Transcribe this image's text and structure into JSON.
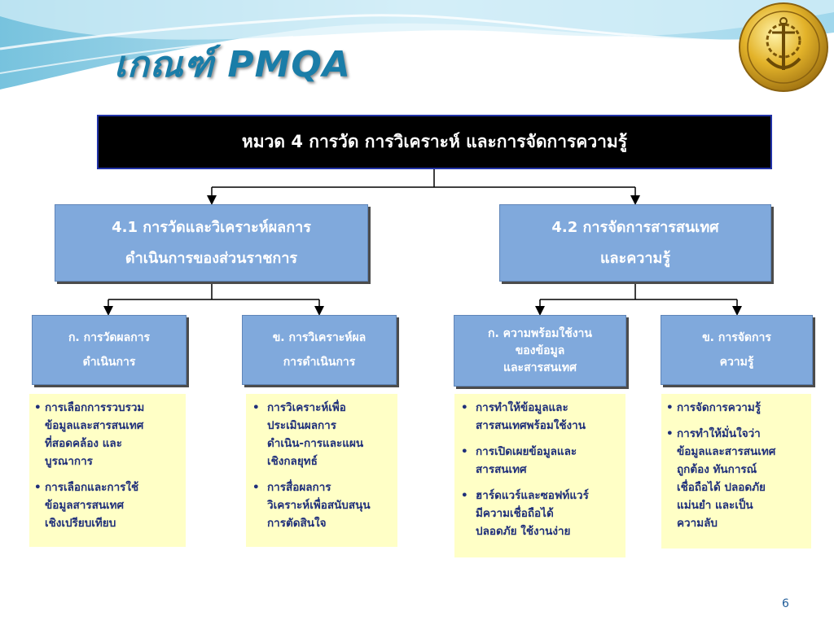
{
  "slide": {
    "title": "เกณฑ์ PMQA",
    "page_number": "6"
  },
  "header": {
    "label": "หมวด 4 การวัด การวิเคราะห์ และการจัดการความรู้"
  },
  "categories": [
    {
      "lines": [
        "4.1 การวัดและวิเคราะห์ผลการ",
        "ดำเนินการของส่วนราชการ"
      ],
      "items": [
        {
          "lines": [
            "ก. การวัดผลการ",
            "ดำเนินการ"
          ],
          "bullets": [
            [
              "การเลือกการรวบรวม",
              "ข้อมูลและสารสนเทศ",
              "ที่สอดคล้อง และ",
              "บูรณาการ"
            ],
            [
              "การเลือกและการใช้",
              "ข้อมูลสารสนเทศ",
              "เชิงเปรียบเทียบ"
            ]
          ]
        },
        {
          "lines": [
            "ข. การวิเคราะห์ผล",
            "การดำเนินการ"
          ],
          "bullets": [
            [
              "การวิเคราะห์เพื่อ",
              "ประเมินผลการ",
              "ดำเนิน-การและแผน",
              "เชิงกลยุทธ์"
            ],
            [
              "การสื่อผลการ",
              "วิเคราะห์เพื่อสนับสนุน",
              "การตัดสินใจ"
            ]
          ]
        }
      ]
    },
    {
      "lines": [
        "4.2 การจัดการสารสนเทศ",
        "และความรู้"
      ],
      "items": [
        {
          "lines": [
            "ก. ความพร้อมใช้งาน",
            "ของข้อมูล",
            "และสารสนเทศ"
          ],
          "bullets": [
            [
              "การทำให้ข้อมูลและ",
              "สารสนเทศพร้อมใช้งาน"
            ],
            [
              "การเปิดเผยข้อมูลและ",
              "สารสนเทศ"
            ],
            [
              "ฮาร์ดแวร์และซอฟท์แวร์",
              "มีความเชื่อถือได้",
              "ปลอดภัย ใช้งานง่าย"
            ]
          ]
        },
        {
          "lines": [
            "ข. การจัดการ",
            "ความรู้"
          ],
          "bullets": [
            [
              "การจัดการความรู้"
            ],
            [
              "การทำให้มั่นใจว่า",
              "ข้อมูลและสารสนเทศ",
              "ถูกต้อง ทันการณ์",
              "เชื่อถือได้ ปลอดภัย",
              "แม่นยำ และเป็น",
              "ความลับ"
            ]
          ]
        }
      ]
    }
  ],
  "icons": {
    "emblem": "gold-anchor-gear-emblem-icon",
    "arrow": "arrow-down-icon"
  },
  "colors": {
    "title": "#1a7da8",
    "header_bg": "#000000",
    "box_fill": "#80a9dc",
    "note_fill": "#ffffc6",
    "note_text": "#1f2f7a",
    "emblem_gold": "#e0b42c"
  }
}
